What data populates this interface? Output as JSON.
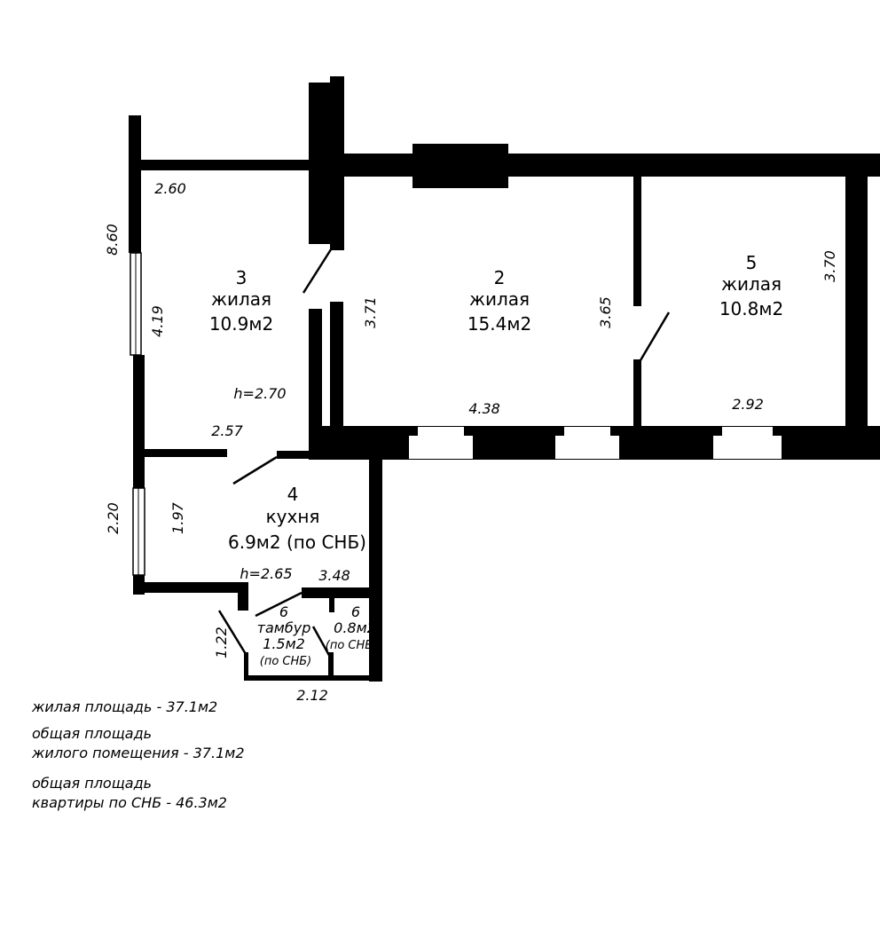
{
  "rooms": {
    "r3": {
      "number": "3",
      "type": "жилая",
      "area": "10.9м2",
      "height": "h=2.70"
    },
    "r2": {
      "number": "2",
      "type": "жилая",
      "area": "15.4м2"
    },
    "r5": {
      "number": "5",
      "type": "жилая",
      "area": "10.8м2"
    },
    "r4": {
      "number": "4",
      "type": "кухня",
      "area": "6.9м2 (по СНБ)",
      "height": "h=2.65"
    },
    "r6a": {
      "number": "6",
      "type": "тамбур",
      "area": "1.5м2",
      "note": "(по СНБ)"
    },
    "r6b": {
      "number": "6",
      "area": "0.8м2",
      "note": "(по СНБ)"
    }
  },
  "dimensions": {
    "d_2_60": "2.60",
    "d_8_60": "8.60",
    "d_4_19": "4.19",
    "d_3_71": "3.71",
    "d_3_65": "3.65",
    "d_3_70": "3.70",
    "d_4_38": "4.38",
    "d_2_92": "2.92",
    "d_2_57": "2.57",
    "d_2_20": "2.20",
    "d_1_97": "1.97",
    "d_3_48": "3.48",
    "d_1_22": "1.22",
    "d_2_12": "2.12"
  },
  "summary": {
    "living_area": "жилая площадь - 37.1м2",
    "total_living_line1": "общая площадь",
    "total_living_line2": "жилого помещения - 37.1м2",
    "total_snb_line1": "общая площадь",
    "total_snb_line2": "квартиры по СНБ - 46.3м2"
  }
}
